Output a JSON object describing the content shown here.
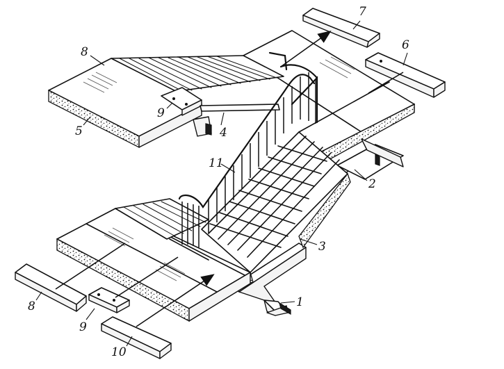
{
  "diagram": {
    "callouts": {
      "c1": "1",
      "c2": "2",
      "c3": "3",
      "c4": "4",
      "c5": "5",
      "c6": "6",
      "c7": "7",
      "c8_top": "8",
      "c8_bottom": "8",
      "c9_top": "9",
      "c9_bottom": "9",
      "c10": "10",
      "c11": "11"
    }
  }
}
